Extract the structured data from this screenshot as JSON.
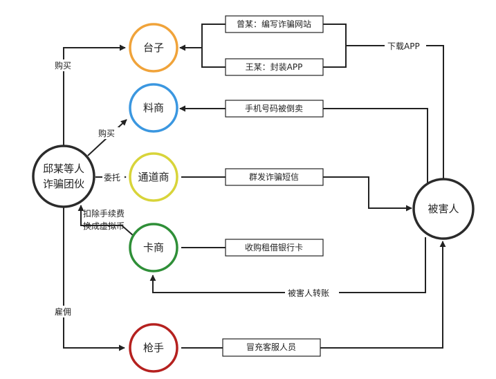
{
  "nodes": {
    "gang": {
      "line1": "邱某等人",
      "line2": "诈骗团伙",
      "color": "#2b2b2b"
    },
    "taizi": {
      "label": "台子",
      "color": "#f0a33a"
    },
    "liaoshang": {
      "label": "料商",
      "color": "#3b97e0"
    },
    "tongdaoshang": {
      "label": "通道商",
      "color": "#d8d43a"
    },
    "kashang": {
      "label": "卡商",
      "color": "#2f8f38"
    },
    "qiangshou": {
      "label": "枪手",
      "color": "#b5211f"
    },
    "victim": {
      "label": "被害人",
      "color": "#2b2b2b"
    }
  },
  "boxes": {
    "zeng": "曾某：编写诈骗网站",
    "wang": "王某：封装APP",
    "phone": "手机号码被倒卖",
    "sms": "群发诈骗短信",
    "bank": "收购租借银行卡",
    "service": "冒充客服人员"
  },
  "edge_labels": {
    "buy1": "购买",
    "buy2": "购买",
    "entrust": "委托",
    "deduct1": "扣除手续费",
    "deduct2": "换成虚拟币",
    "hire": "雇佣",
    "download": "下载APP",
    "transfer": "被害人转账"
  }
}
